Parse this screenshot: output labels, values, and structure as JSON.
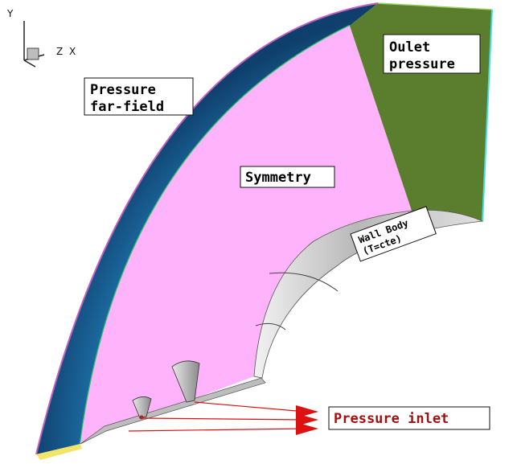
{
  "axes_triad": {
    "y_label": "Y",
    "z_label": "Z",
    "x_label": "X"
  },
  "regions": {
    "far_field": {
      "line1": "Pressure",
      "line2": "far-field",
      "color": "#1d6aa5"
    },
    "symmetry": {
      "label": "Symmetry",
      "color": "#ffb3fb"
    },
    "outlet": {
      "line1": "Oulet",
      "line2": "pressure",
      "color": "#5a7d2e"
    },
    "wall": {
      "line1": "Wall Body",
      "line2": "(T=cte)",
      "color": "#c8c8c8"
    },
    "inlet": {
      "label": "Pressure inlet",
      "text_color": "#a01010",
      "arrow_color": "#dd1111"
    }
  }
}
